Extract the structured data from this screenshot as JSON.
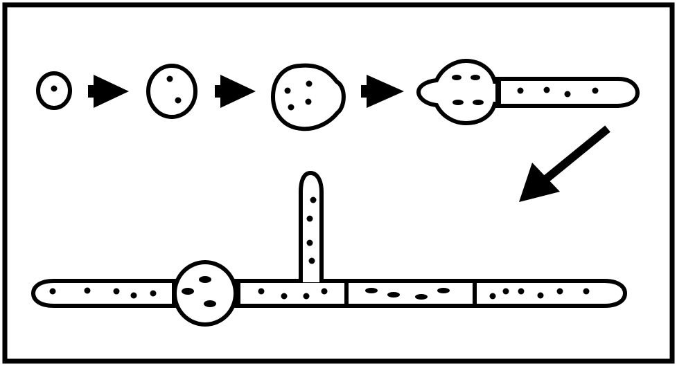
{
  "diagram": {
    "stages": [
      {
        "id": "spore",
        "icon": "single-cell-icon"
      },
      {
        "id": "swelling",
        "icon": "swollen-cell-icon"
      },
      {
        "id": "germination-bulge",
        "icon": "bulging-cell-icon"
      },
      {
        "id": "germ-tube",
        "icon": "germ-tube-icon"
      },
      {
        "id": "branched-hypha",
        "icon": "branched-hypha-icon"
      }
    ],
    "colors": {
      "stroke": "#000000",
      "fill": "#ffffff"
    }
  }
}
